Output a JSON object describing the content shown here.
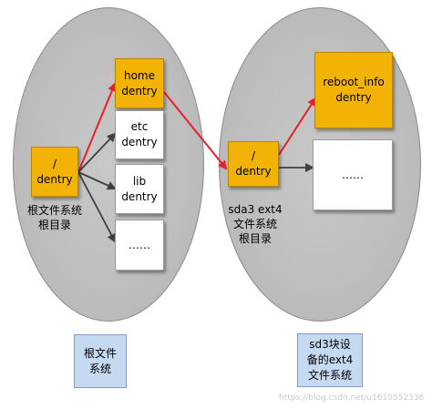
{
  "root_fs": {
    "root": "/\ndentry",
    "children": [
      {
        "key": "home",
        "text": "home\ndentry"
      },
      {
        "key": "etc",
        "text": "etc\ndentry"
      },
      {
        "key": "lib",
        "text": "lib\ndentry"
      },
      {
        "key": "more",
        "text": "……"
      }
    ],
    "label": "根文件系统\n根目录",
    "caption": "根文件\n系统"
  },
  "sda3_fs": {
    "root": "/\ndentry",
    "label": "sda3 ext4\n文件系统\n根目录",
    "children": [
      {
        "key": "reboot_info",
        "text": "reboot_info\ndentry"
      },
      {
        "key": "more",
        "text": "……"
      }
    ],
    "caption": "sd3块设\n备的ext4\n文件系统"
  },
  "watermark": "https://blog.csdn.net/u1610552336",
  "colors": {
    "dentry_fill": "#f2b306",
    "ellipse_fill": "#bdbdbd",
    "caption_fill": "#c5d9f1",
    "highlight_arrow": "#e8202a",
    "normal_arrow": "#404040"
  }
}
